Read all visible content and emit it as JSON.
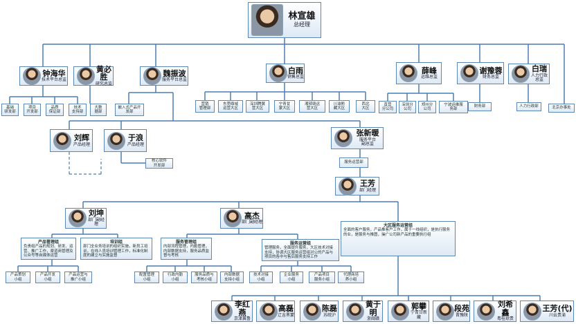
{
  "ceo": {
    "name": "林宣雄",
    "title": "总经理"
  },
  "executives": [
    {
      "name": "钟海华",
      "title": "技术平台总监"
    },
    {
      "name": "黄必胜",
      "title": "研究总监"
    },
    {
      "name": "魏振波",
      "title": "服务平台总监"
    },
    {
      "name": "白雨",
      "title": "销售总监"
    },
    {
      "name": "薛峰",
      "title": "运维总监"
    },
    {
      "name": "谢豫蓉",
      "title": "财务总监"
    },
    {
      "name": "白瑞",
      "title": "人力行政总监"
    }
  ],
  "depts_row1": [
    "基础\n研发部",
    "项目\n开发部",
    "品质\n保证部",
    "技术\n支持部",
    "大数\n据部",
    "嵌入式产品开\n发部",
    "营销\n管理部",
    "东莞鼎域\n运营大区",
    "深圳腾翼\n营大区",
    "宁青甘\n蒙大区",
    "湘鄂赣运\n营大区",
    "川渝黔\n藏大区",
    "西北\n大区",
    "直营\n分公司",
    "深圳分\n公司",
    "郑州分\n公司",
    "宁波运维服\n务部",
    "财务部",
    "人力行政部",
    "北京办事处"
  ],
  "managers": [
    {
      "name": "刘辉",
      "title": "产品经理"
    },
    {
      "name": "于浪",
      "title": "产品经理"
    },
    {
      "name": "张新暖",
      "title": "服务平台\n副总监"
    }
  ],
  "core_dept": "核心软件\n开发部",
  "service_ops": "服务运营部",
  "wangfang": {
    "name": "王芳",
    "title": "部门经理"
  },
  "dept_heads": [
    {
      "name": "刘坤",
      "title": "部门副经理"
    },
    {
      "name": "高杰",
      "title": "部门副经理"
    }
  ],
  "desc_boxes": [
    {
      "title": "产品管理组",
      "text": "负责组产品的规划、研发、运营、推广工作，渠道商管理及公众号等自媒体运营"
    },
    {
      "title": "培训组",
      "text": "部门全业务培训的组织实施，新员工培训，在线人员培训管理工作，标准化制度的建立与实施监督"
    },
    {
      "title": "服务管理组",
      "text": "内部流程管理，内勤管理，内部数据支持，服务品质监督与考核"
    },
    {
      "title": "服务运营组",
      "text": "管理服务，全面提升服务，大区技术对接支持，协调大区服务运营组对公的产品与项目的各中与售后服务支持工作"
    },
    {
      "title": "大区服务运营组",
      "text": "全面的客户服务，产品推客户工作，属于一线组织，是执行服务的业，是服务与推图，操广公司新产品的重要执行组"
    }
  ],
  "teams": [
    "产品策划\n小组",
    "产品开发\n小组",
    "产品运营与\n推广小组",
    "配置管理\n小组",
    "行政内勤\n小组",
    "服务品质与\n考核小组",
    "内部数据\n支持小组",
    "技术对接\n小组",
    "企业服务\n小组",
    "产品项目\n服务小组",
    "代理商培\n养小组"
  ],
  "regional": [
    {
      "name": "李红燕",
      "title": "京津冀鲁"
    },
    {
      "name": "高磊",
      "title": "辽吉黑蒙"
    },
    {
      "name": "陈磊",
      "title": "苏皖沪"
    },
    {
      "name": "黄于明",
      "title": "浙闽赣"
    },
    {
      "name": "郭攀",
      "title": "宁青甘新藏"
    },
    {
      "name": "段苑",
      "title": "晋豫陕"
    },
    {
      "name": "刘希鑫",
      "title": "粤桂琼贵"
    },
    {
      "name": "王芳(代)",
      "title": "川云贵渝"
    }
  ]
}
